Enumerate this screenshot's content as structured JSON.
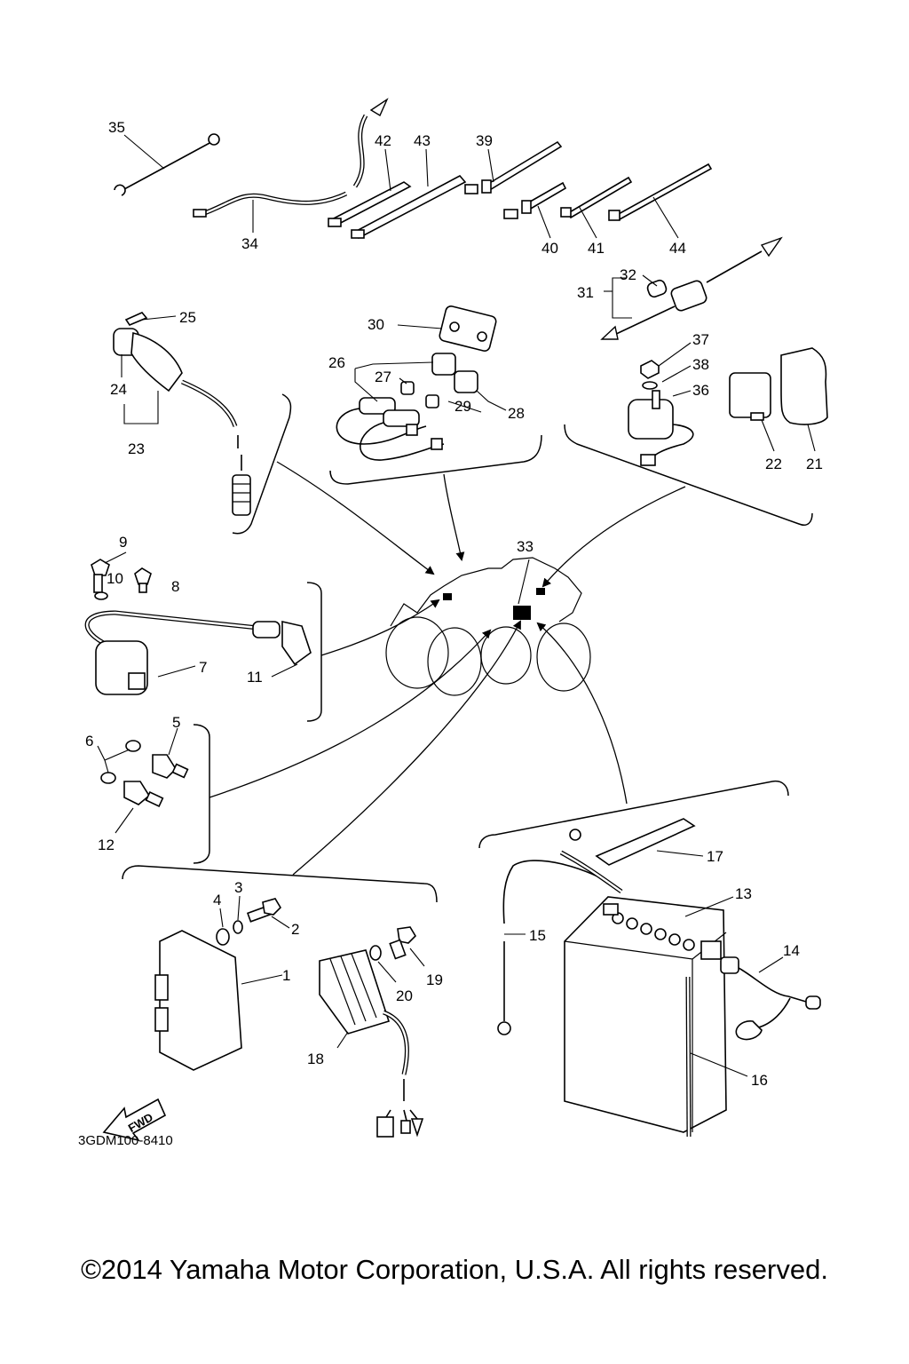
{
  "diagram": {
    "part_code": "3GDM100-8410",
    "fwd_label": "FWD",
    "callouts": [
      "1",
      "2",
      "3",
      "4",
      "5",
      "6",
      "7",
      "8",
      "9",
      "10",
      "11",
      "12",
      "13",
      "14",
      "15",
      "16",
      "17",
      "18",
      "19",
      "20",
      "21",
      "22",
      "23",
      "24",
      "25",
      "26",
      "27",
      "28",
      "29",
      "30",
      "31",
      "32",
      "33",
      "34",
      "35",
      "36",
      "37",
      "38",
      "39",
      "40",
      "41",
      "42",
      "43",
      "44"
    ]
  },
  "footer": {
    "copyright": "©2014 Yamaha Motor Corporation, U.S.A. All rights reserved."
  }
}
